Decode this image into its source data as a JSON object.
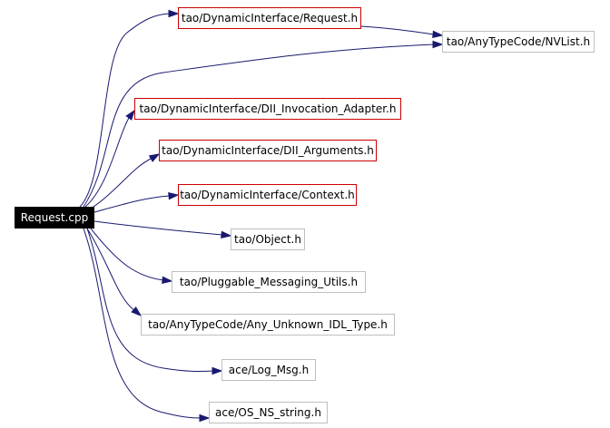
{
  "graph": {
    "edge_color": "#191970",
    "root": {
      "label": "Request.cpp",
      "style": "filled-black"
    },
    "nodes": {
      "request_h": {
        "label": "tao/DynamicInterface/Request.h",
        "border_color": "#cc0000"
      },
      "nvlist_h": {
        "label": "tao/AnyTypeCode/NVList.h",
        "border_color": "#bfbfbf"
      },
      "dii_adapter_h": {
        "label": "tao/DynamicInterface/DII_Invocation_Adapter.h",
        "border_color": "#cc0000"
      },
      "dii_args_h": {
        "label": "tao/DynamicInterface/DII_Arguments.h",
        "border_color": "#cc0000"
      },
      "context_h": {
        "label": "tao/DynamicInterface/Context.h",
        "border_color": "#cc0000"
      },
      "object_h": {
        "label": "tao/Object.h",
        "border_color": "#bfbfbf"
      },
      "pluggable_h": {
        "label": "tao/Pluggable_Messaging_Utils.h",
        "border_color": "#bfbfbf"
      },
      "unknown_idl_h": {
        "label": "tao/AnyTypeCode/Any_Unknown_IDL_Type.h",
        "border_color": "#bfbfbf"
      },
      "log_msg_h": {
        "label": "ace/Log_Msg.h",
        "border_color": "#bfbfbf"
      },
      "os_ns_string_h": {
        "label": "ace/OS_NS_string.h",
        "border_color": "#bfbfbf"
      }
    },
    "edges": [
      [
        "root",
        "request_h"
      ],
      [
        "root",
        "nvlist_h"
      ],
      [
        "request_h",
        "nvlist_h"
      ],
      [
        "root",
        "dii_adapter_h"
      ],
      [
        "root",
        "dii_args_h"
      ],
      [
        "root",
        "context_h"
      ],
      [
        "root",
        "object_h"
      ],
      [
        "root",
        "pluggable_h"
      ],
      [
        "root",
        "unknown_idl_h"
      ],
      [
        "root",
        "log_msg_h"
      ],
      [
        "root",
        "os_ns_string_h"
      ]
    ]
  }
}
